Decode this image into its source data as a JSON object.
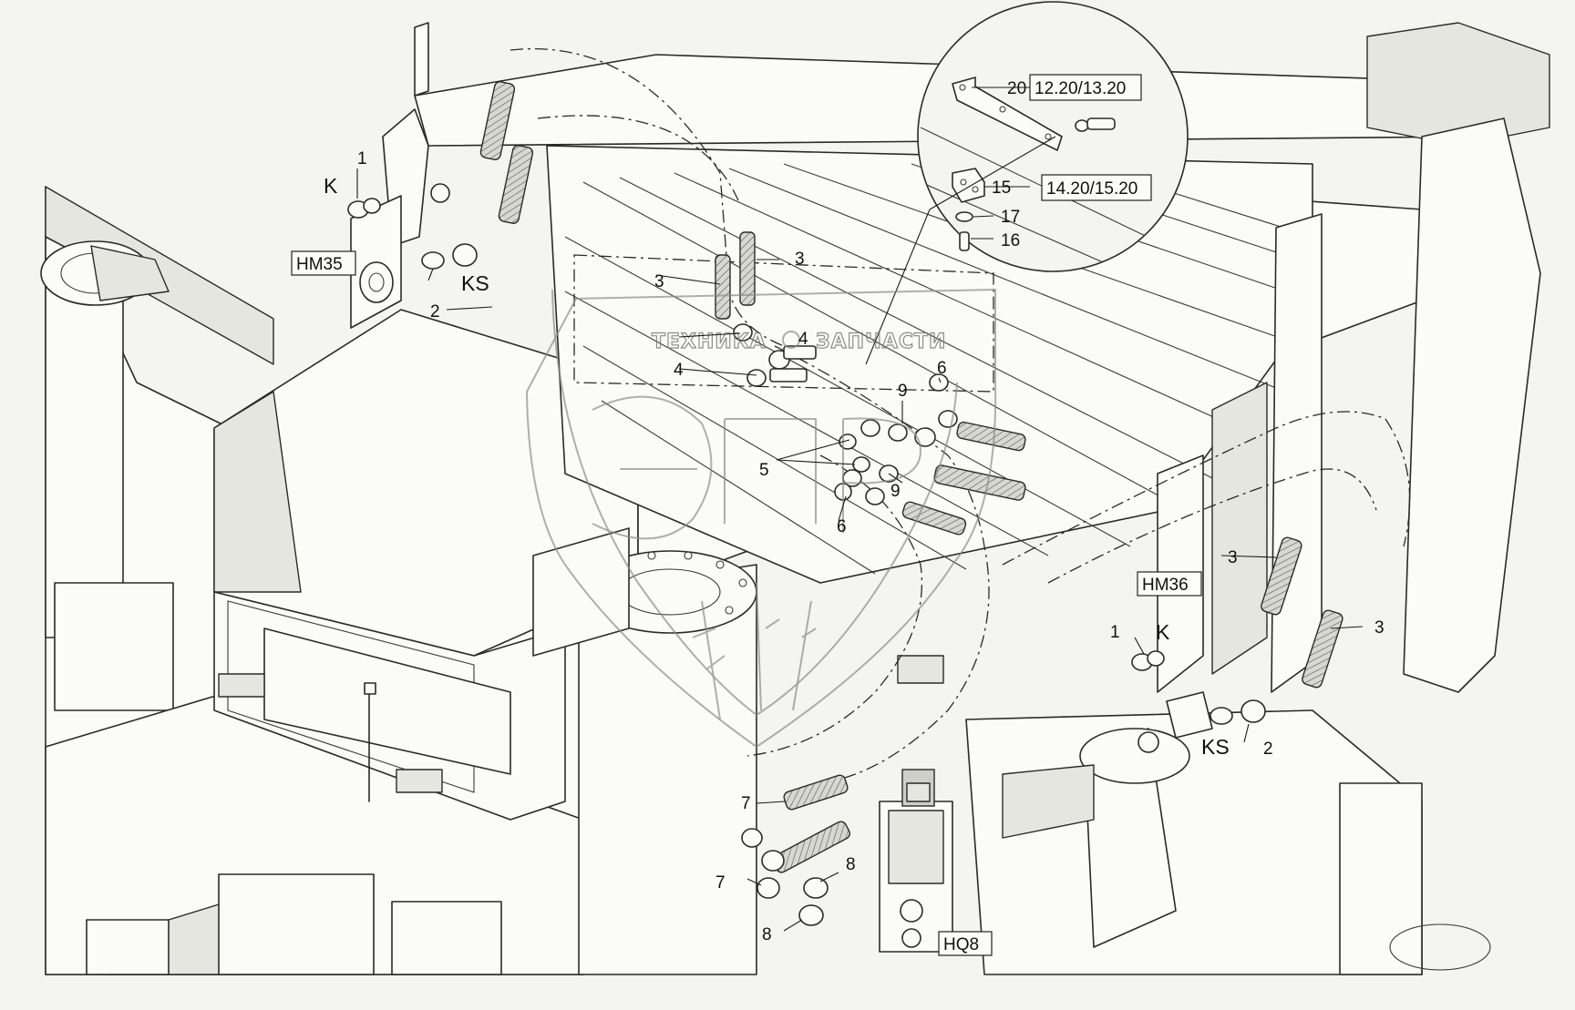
{
  "drawing": {
    "callouts": {
      "c1_left": "1",
      "c1_right": "1",
      "c2_left": "2",
      "c2_right": "2",
      "c3_a": "3",
      "c3_b": "3",
      "c3_c": "3",
      "c3_d": "3",
      "c4_a": "4",
      "c4_b": "4",
      "c5": "5",
      "c6_a": "6",
      "c6_b": "6",
      "c7_a": "7",
      "c7_b": "7",
      "c8_a": "8",
      "c8_b": "8",
      "c9_a": "9",
      "c9_b": "9",
      "c15": "15",
      "c16": "16",
      "c17": "17",
      "c20": "20",
      "k_left": "K",
      "k_right": "K",
      "ks_left": "KS",
      "ks_right": "KS"
    },
    "reference_boxes": {
      "hm35": "HM35",
      "hm36": "HM36",
      "hq8": "HQ8",
      "ref_20": "12.20/13.20",
      "ref_15": "14.20/15.20"
    },
    "watermark": {
      "line1": "ТЕХНИКА",
      "line2": "ЗАПЧАСТИ",
      "emblem_letters": "ЭПР"
    }
  }
}
